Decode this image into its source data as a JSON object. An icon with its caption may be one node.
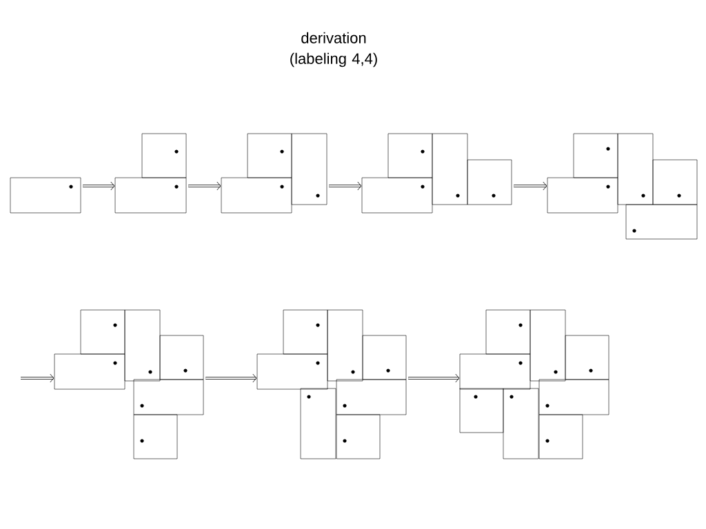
{
  "diagram": {
    "title": "derivation (labeling 4,4)",
    "nodes": [
      {
        "text": [],
        "shape": "picture"
      },
      {
        "text": [],
        "shape": "picture"
      },
      {
        "text": [],
        "shape": "picture"
      },
      {
        "text": [],
        "shape": "picture"
      },
      {
        "text": [],
        "shape": "picture"
      },
      {
        "text": [],
        "shape": "picture"
      },
      {
        "text": [],
        "shape": "picture"
      },
      {
        "text": [],
        "shape": "picture"
      }
    ],
    "edges": [
      {
        "from": 0,
        "to": 1,
        "arrow": "to"
      },
      {
        "from": 1,
        "to": 2,
        "arrow": "to"
      },
      {
        "from": 2,
        "to": 3,
        "arrow": "to"
      },
      {
        "from": 3,
        "to": 4,
        "arrow": "to"
      },
      {
        "from": null,
        "to": 5,
        "arrow": "to"
      },
      {
        "from": 5,
        "to": 6,
        "arrow": "to"
      },
      {
        "from": 6,
        "to": 7,
        "arrow": "to"
      }
    ]
  }
}
